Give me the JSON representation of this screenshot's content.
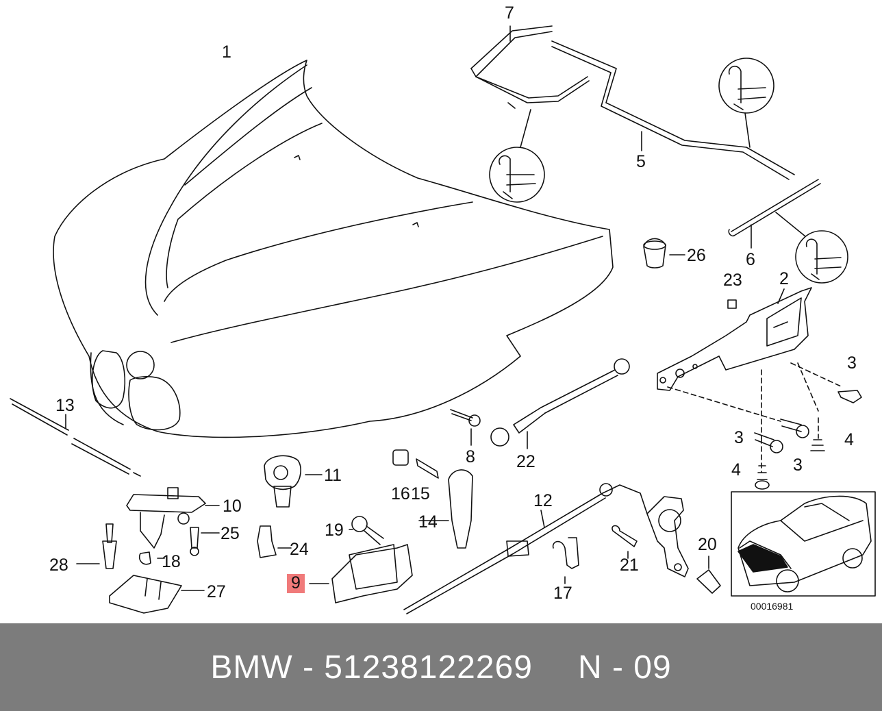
{
  "callouts": [
    {
      "id": "c1",
      "text": "1"
    },
    {
      "id": "c2",
      "text": "2"
    },
    {
      "id": "c3a",
      "text": "3"
    },
    {
      "id": "c3b",
      "text": "3"
    },
    {
      "id": "c3c",
      "text": "3"
    },
    {
      "id": "c4a",
      "text": "4"
    },
    {
      "id": "c4b",
      "text": "4"
    },
    {
      "id": "c5",
      "text": "5"
    },
    {
      "id": "c6",
      "text": "6"
    },
    {
      "id": "c7",
      "text": "7"
    },
    {
      "id": "c8",
      "text": "8"
    },
    {
      "id": "c9",
      "text": "9",
      "highlighted": true
    },
    {
      "id": "c10",
      "text": "10"
    },
    {
      "id": "c11",
      "text": "11"
    },
    {
      "id": "c12",
      "text": "12"
    },
    {
      "id": "c13",
      "text": "13"
    },
    {
      "id": "c14",
      "text": "14"
    },
    {
      "id": "c15",
      "text": "15"
    },
    {
      "id": "c16",
      "text": "16"
    },
    {
      "id": "c17",
      "text": "17"
    },
    {
      "id": "c18",
      "text": "18"
    },
    {
      "id": "c19",
      "text": "19"
    },
    {
      "id": "c20",
      "text": "20"
    },
    {
      "id": "c21",
      "text": "21"
    },
    {
      "id": "c22",
      "text": "22"
    },
    {
      "id": "c23",
      "text": "23"
    },
    {
      "id": "c24",
      "text": "24"
    },
    {
      "id": "c25",
      "text": "25"
    },
    {
      "id": "c26",
      "text": "26"
    },
    {
      "id": "c27",
      "text": "27"
    },
    {
      "id": "c28",
      "text": "28"
    }
  ],
  "reference_number": "00016981",
  "footer": {
    "brand": "BMW",
    "separator": "-",
    "part_number": "51238122269",
    "position": "N - 09"
  },
  "colors": {
    "highlight": "#f07a7a",
    "footer_background": "#7c7c7c",
    "footer_text": "#ffffff"
  }
}
